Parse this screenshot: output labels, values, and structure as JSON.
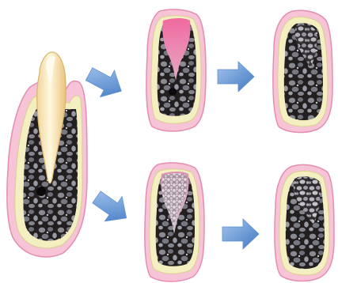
{
  "colors": {
    "background": "#ffffff",
    "gingiva_outer": "#f7c3d6",
    "gingiva_edge": "#e48db2",
    "cortical_bone": "#f4efc0",
    "bone_matrix": "#231f20",
    "bone_cell": "#7b7b82",
    "tooth_crown": "#fcefc6",
    "tooth_root": "#f3d79b",
    "fresh_clot": "#e94a8c",
    "mixed_clot": "#e7a3bd",
    "graft_granules": "#d9d9de",
    "arrow_light": "#a6c6ee",
    "arrow_dark": "#3f78c2"
  },
  "figure": {
    "stages": [
      {
        "id": "tooth-in-socket",
        "content": "tooth"
      },
      {
        "id": "extraction-socket-blood-clot",
        "content": "clot"
      },
      {
        "id": "healed-ridge",
        "content": "healed"
      },
      {
        "id": "socket-with-graft",
        "content": "graft"
      },
      {
        "id": "healed-ridge-with-graft",
        "content": "graft-healed"
      }
    ],
    "arrows": [
      {
        "from": "tooth-in-socket",
        "to": "extraction-socket-blood-clot",
        "direction": "diagonal-down-right"
      },
      {
        "from": "extraction-socket-blood-clot",
        "to": "healed-ridge",
        "direction": "right"
      },
      {
        "from": "tooth-in-socket",
        "to": "socket-with-graft",
        "direction": "diagonal-down-right"
      },
      {
        "from": "socket-with-graft",
        "to": "healed-ridge-with-graft",
        "direction": "right"
      }
    ],
    "icons": [
      "tooth-icon",
      "blood-clot-icon",
      "bone-graft-icon",
      "arrow-icon"
    ]
  }
}
